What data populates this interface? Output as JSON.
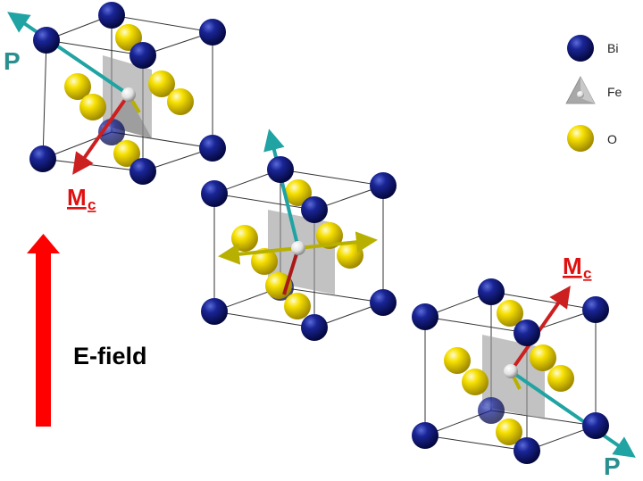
{
  "colors": {
    "bi_atom": "#0b1478",
    "o_atom": "#f2d800",
    "fe_atom": "#e8e8e8",
    "octahedron": "#9a9a9a",
    "polarization_arrow": "#1fa3a3",
    "magnetization_arrow": "#cc1f1f",
    "efield_arrow": "#ff0000",
    "oxygen_rotation_arrow": "#b8b000"
  },
  "legend": {
    "bi": "Bi",
    "fe": "Fe",
    "o": "O",
    "bi_icon": "blue-sphere-icon",
    "fe_icon": "gray-tetrahedron-icon",
    "o_icon": "yellow-sphere-icon"
  },
  "labels": {
    "p_top": "P",
    "mc_top": "M",
    "mc_top_sub": "c",
    "mc_bottom": "M",
    "mc_bottom_sub": "c",
    "p_bottom": "P",
    "efield": "E-field"
  }
}
